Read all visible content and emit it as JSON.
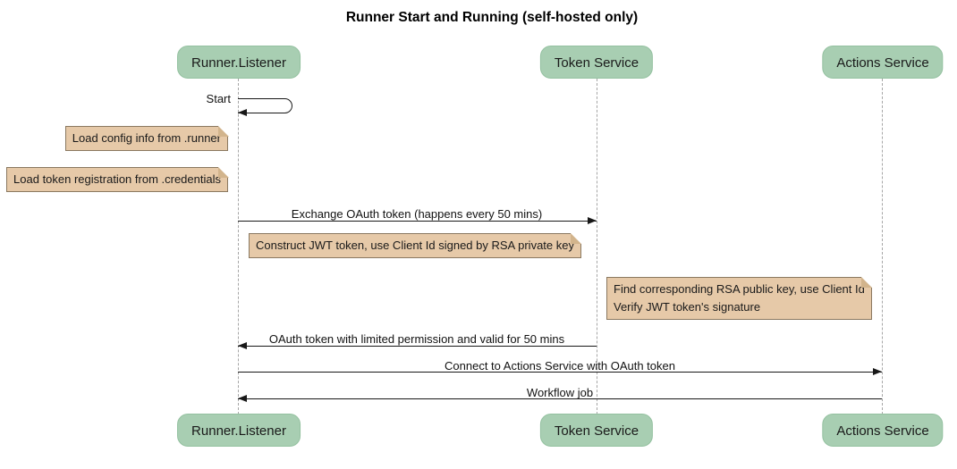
{
  "title": "Runner Start and Running (self-hosted only)",
  "participants": [
    {
      "name": "Runner.Listener"
    },
    {
      "name": "Token Service"
    },
    {
      "name": "Actions Service"
    }
  ],
  "messages": {
    "start": "Start",
    "exchange_oauth": "Exchange OAuth token (happens every 50 mins)",
    "oauth_return": "OAuth token with limited permission and valid for 50 mins",
    "connect": "Connect to Actions Service with OAuth token",
    "workflow_job": "Workflow job"
  },
  "notes": {
    "load_config": "Load config info from .runner",
    "load_credentials": "Load token registration from .credentials",
    "construct_jwt": "Construct JWT token, use Client Id signed by RSA private key",
    "verify_jwt_line1": "Find corresponding RSA public key, use Client Id",
    "verify_jwt_line2": "Verify JWT token's signature"
  },
  "colors": {
    "participant_fill": "#A8CEB2",
    "note_fill": "#E6C9A8",
    "note_border": "#8A7860",
    "lifeline": "#A6A6A6",
    "arrow": "#181818",
    "background": "#FFFFFF"
  }
}
